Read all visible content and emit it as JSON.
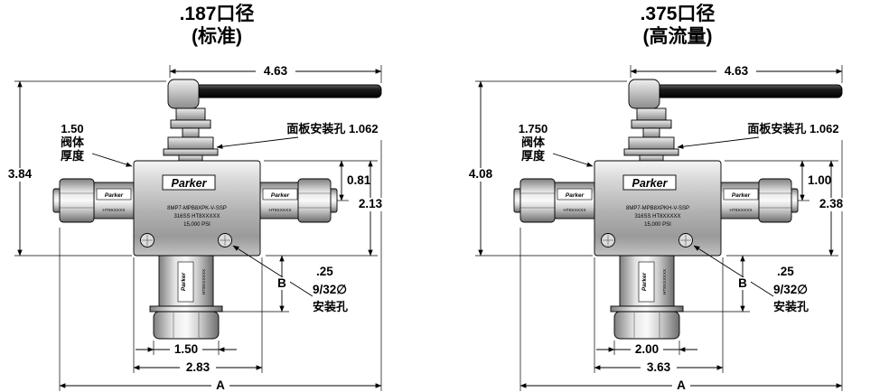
{
  "left": {
    "title": ".187口径",
    "subtitle": "(标准)",
    "dims": {
      "handle_length": "4.63",
      "overall_height": "3.84",
      "body_thickness_value": "1.50",
      "port_offset": "0.81",
      "body_height": "2.13",
      "b": "B",
      "hole_offset": ".25",
      "bottom_port_width": "1.50",
      "body_width": "2.83",
      "overall_width": "A"
    },
    "labels": {
      "body_thickness_line1": "阀体",
      "body_thickness_line2": "厚度",
      "panel_hole": "面板安装孔 1.062",
      "hole_dia": "9/32∅",
      "hole_label": "安装孔"
    },
    "body_label": {
      "brand": "Parker",
      "part_number": "8MP7-MPB8XPK-V-SSP",
      "material": "316SS HT8XXXXX",
      "pressure": "15,000 PSI"
    },
    "port_label": {
      "brand": "Parker",
      "serial": "HT8XXXXX"
    },
    "bottom_label": {
      "brand": "Parker",
      "serial": "HT8XXXXXX"
    }
  },
  "right": {
    "title": ".375口径",
    "subtitle": "(高流量)",
    "dims": {
      "handle_length": "4.63",
      "overall_height": "4.08",
      "body_thickness_value": "1.750",
      "port_offset": "1.00",
      "body_height": "2.38",
      "b": "B",
      "hole_offset": ".25",
      "bottom_port_width": "2.00",
      "body_width": "3.63",
      "overall_width": "A"
    },
    "labels": {
      "body_thickness_line1": "阀体",
      "body_thickness_line2": "厚度",
      "panel_hole": "面板安装孔 1.062",
      "hole_dia": "9/32∅",
      "hole_label": "安装孔"
    },
    "body_label": {
      "brand": "Parker",
      "part_number": "8MP7-MPB8XPKH-V-SSP",
      "material": "316SS HT8XXXXX",
      "pressure": "15,000 PSI"
    },
    "port_label": {
      "brand": "Parker",
      "serial": "HT8XXXXX"
    },
    "bottom_label": {
      "brand": "Parker",
      "serial": "HT8XXXXXX"
    }
  }
}
